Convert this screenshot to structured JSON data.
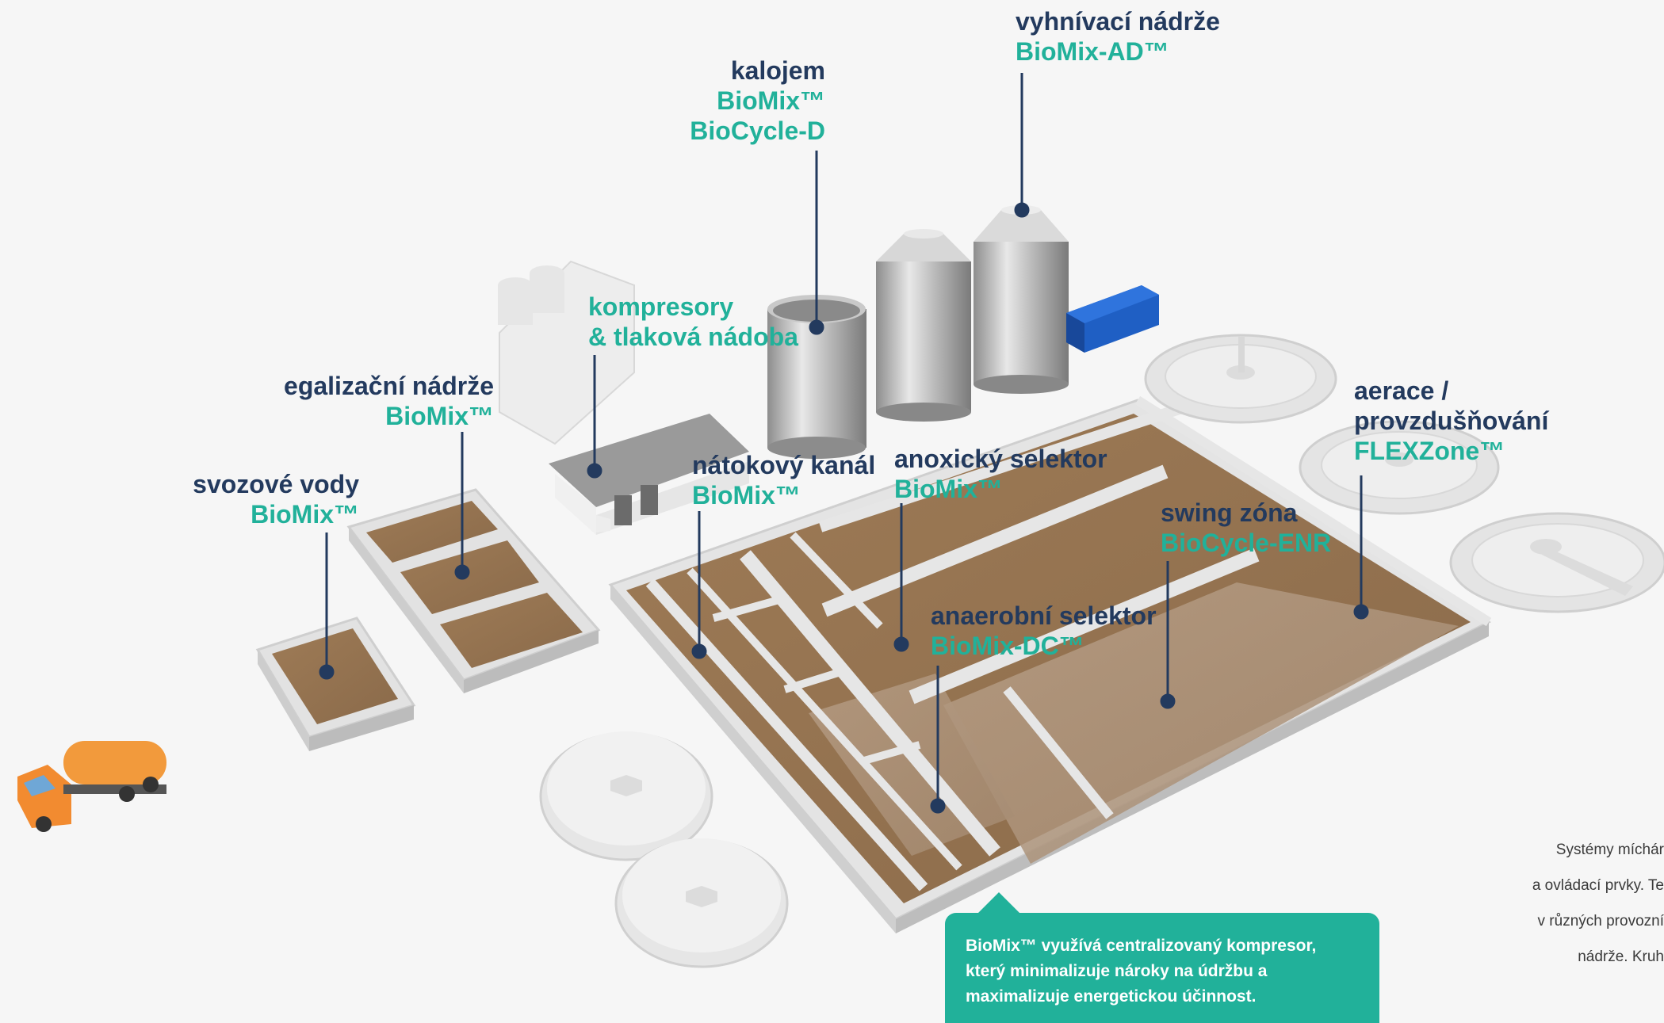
{
  "labels": {
    "vyhnivaci": {
      "line1": "vyhnívací nádrže",
      "line2": "BioMix-AD™"
    },
    "kalojem": {
      "line1": "kalojem",
      "line2": "BioMix™",
      "line3": "BioCycle-D"
    },
    "kompresory": {
      "line1": "kompresory",
      "line2": "& tlaková nádoba"
    },
    "egalizacni": {
      "line1": "egalizační nádrže",
      "line2": "BioMix™"
    },
    "svozove": {
      "line1": "svozové vody",
      "line2": "BioMix™"
    },
    "natokovy": {
      "line1": "nátokový kanál",
      "line2": "BioMix™"
    },
    "anoxicky": {
      "line1": "anoxický selektor",
      "line2": "BioMix™"
    },
    "swing": {
      "line1": "swing zóna",
      "line2": "BioCycle-ENR"
    },
    "anaerobni": {
      "line1": "anaerobní selektor",
      "line2": "BioMix-DC™"
    },
    "aerace": {
      "line1": "aerace /",
      "line2": "provzdušňování",
      "line3": "FLEXZone™"
    }
  },
  "callout": {
    "text": "BioMix™ využívá centralizovaný kompresor, který minimalizuje nároky na údržbu a maximalizuje energetickou účinnost."
  },
  "side_text": {
    "line1": "Systémy míchár",
    "line2": "a ovládací prvky. Te",
    "line3": "v různých provozní",
    "line4": "nádrže. Kruh"
  },
  "colors": {
    "navy": "#233a5e",
    "teal": "#21b19a",
    "sludge": "#9b7a57"
  }
}
